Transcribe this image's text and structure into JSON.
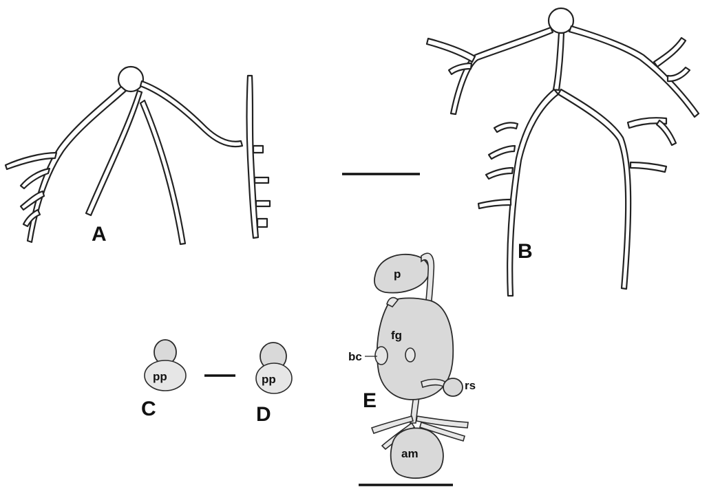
{
  "panels": {
    "a": {
      "letter": "A"
    },
    "b": {
      "letter": "B"
    },
    "c": {
      "letter": "C",
      "label": "pp"
    },
    "d": {
      "letter": "D",
      "label": "pp"
    },
    "e": {
      "letter": "E",
      "labels": {
        "p": "p",
        "fg": "fg",
        "bc": "bc",
        "rs": "rs",
        "am": "am"
      }
    }
  },
  "icons": [
    "scale-bar"
  ]
}
